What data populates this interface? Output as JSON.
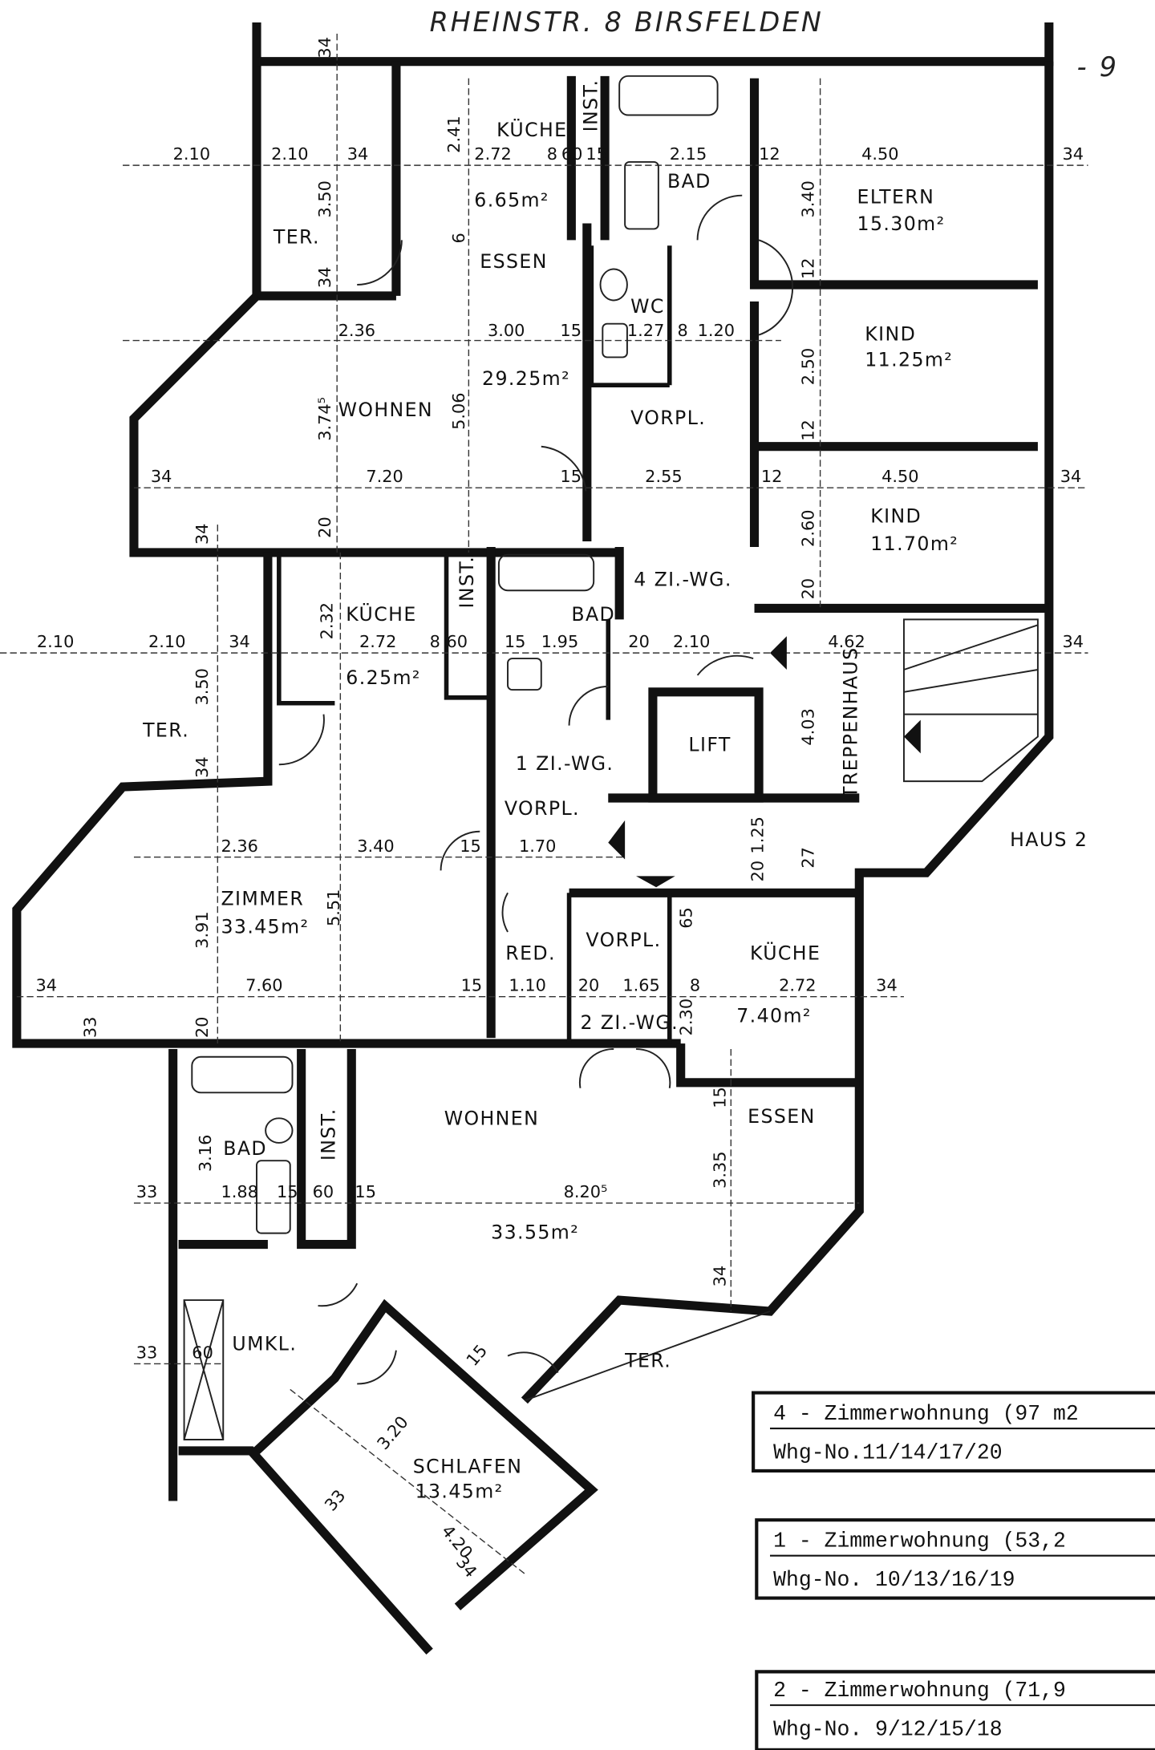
{
  "header": {
    "title": "RHEINSTR. 8 BIRSFELDEN",
    "page_number": "- 9",
    "building": "HAUS 2"
  },
  "rooms": [
    "ELTERN",
    "15.30m²",
    "KIND",
    "11.25m²",
    "KIND",
    "11.70m²",
    "KÜCHE",
    "6.65m²",
    "INST.",
    "BAD",
    "ESSEN",
    "WC",
    "VORPL.",
    "WOHNEN",
    "29.25m²",
    "TER.",
    "4 ZI.-WG.",
    "KÜCHE",
    "6.25m²",
    "INST.",
    "BAD",
    "TER.",
    "LIFT",
    "TREPPENHAUS",
    "1 ZI.-WG.",
    "VORPL.",
    "ZIMMER",
    "33.45m²",
    "RED.",
    "VORPL.",
    "KÜCHE",
    "7.40m²",
    "2 ZI.-WG.",
    "WOHNEN",
    "ESSEN",
    "BAD",
    "INST.",
    "33.55m²",
    "TER.",
    "UMKL.",
    "SCHLAFEN",
    "13.45m²"
  ],
  "dims": [
    "2.10",
    "2.10",
    "34",
    "2.41",
    "2.72",
    "8",
    "60",
    "15",
    "2.15",
    "12",
    "4.50",
    "34",
    "2.36",
    "3.00",
    "15",
    "1.27",
    "8",
    "1.20",
    "34",
    "7.20",
    "15",
    "2.55",
    "12",
    "4.50",
    "34",
    "2.10",
    "2.10",
    "34",
    "2.72",
    "8",
    "60",
    "15",
    "1.95",
    "20",
    "2.10",
    "4.62",
    "34",
    "2.36",
    "3.40",
    "15",
    "1.70",
    "34",
    "7.60",
    "15",
    "1.10",
    "20",
    "1.65",
    "8",
    "2.72",
    "34",
    "33",
    "1.88",
    "15",
    "60",
    "15",
    "8.20⁵",
    "33",
    "60",
    "34",
    "3.50",
    "34",
    "6",
    "3.74⁵",
    "5.06",
    "20",
    "34",
    "3.40",
    "12",
    "2.50",
    "12",
    "2.60",
    "20",
    "2.32",
    "3.50",
    "34",
    "4.03",
    "1.25",
    "20",
    "27",
    "3.91",
    "5.51",
    "65",
    "2.30",
    "33",
    "20",
    "3.16",
    "15",
    "3.35",
    "34",
    "3.20",
    "33",
    "4.20",
    "15",
    "34"
  ],
  "legend": [
    {
      "title": "4 - Zimmerwohnung (97 m2",
      "numbers": "Whg-No.11/14/17/20"
    },
    {
      "title": "1 - Zimmerwohnung (53,2",
      "numbers": "Whg-No. 10/13/16/19"
    },
    {
      "title": "2 - Zimmerwohnung (71,9",
      "numbers": "Whg-No. 9/12/15/18"
    }
  ]
}
